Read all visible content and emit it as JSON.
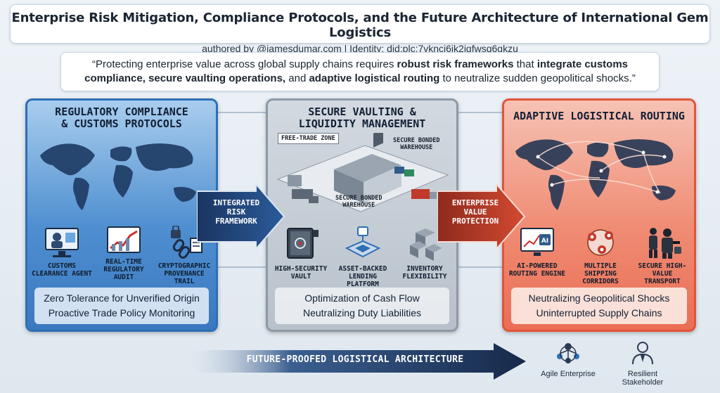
{
  "header": {
    "title": "Enterprise Risk Mitigation, Compliance Protocols, and the Future Architecture of International Gem Logistics",
    "subtitle": "authored by @jamesdumar.com | Identity: did:plc:7vknci6jk2jqfwsq6gkzu"
  },
  "quote": {
    "part1": "“Protecting enterprise value across global supply chains requires ",
    "bold1": "robust risk frameworks",
    "part2": " that ",
    "bold2": "integrate customs",
    "line2a": "compliance, secure vaulting operations,",
    "line2b": " and ",
    "bold3": "adaptive logistical routing",
    "line2c": " to neutralize sudden geopolitical shocks.”"
  },
  "panels": {
    "compliance": {
      "title_line1": "REGULATORY COMPLIANCE",
      "title_line2": "& CUSTOMS PROTOCOLS",
      "icons": [
        {
          "label_line1": "CUSTOMS",
          "label_line2": "CLEARANCE AGENT",
          "icon": "customs-agent-icon"
        },
        {
          "label_line1": "REAL-TIME",
          "label_line2": "REGULATORY",
          "label_line3": "AUDIT",
          "icon": "audit-chart-icon"
        },
        {
          "label_line1": "CRYPTOGRAPHIC",
          "label_line2": "PROVENANCE TRAIL",
          "icon": "chain-lock-icon"
        }
      ],
      "foot_line1": "Zero Tolerance for Unverified Origin",
      "foot_line2": "Proactive Trade Policy Monitoring"
    },
    "vaulting": {
      "title_line1": "SECURE VAULTING &",
      "title_line2": "LIQUIDITY MANAGEMENT",
      "tag_free_trade": "FREE-TRADE ZONE",
      "tag_bonded_top_1": "SECURE BONDED",
      "tag_bonded_top_2": "WAREHOUSE",
      "tag_bonded_bottom_1": "SECURE BONDED",
      "tag_bonded_bottom_2": "WAREHOUSE",
      "icons": [
        {
          "label_line1": "HIGH-SECURITY",
          "label_line2": "VAULT",
          "icon": "vault-icon"
        },
        {
          "label_line1": "ASSET-BACKED",
          "label_line2": "LENDING PLATFORM",
          "icon": "lending-platform-icon"
        },
        {
          "label_line1": "INVENTORY",
          "label_line2": "FLEXIBILITY",
          "icon": "inventory-boxes-icon"
        }
      ],
      "foot_line1": "Optimization of Cash Flow",
      "foot_line2": "Neutralizing Duty Liabilities"
    },
    "routing": {
      "title_line1": "ADAPTIVE LOGISTICAL ROUTING",
      "icons": [
        {
          "label_line1": "AI-POWERED",
          "label_line2": "ROUTING ENGINE",
          "icon": "ai-routing-icon"
        },
        {
          "label_line1": "MULTIPLE SHIPPING",
          "label_line2": "CORRIDORS",
          "icon": "corridors-icon"
        },
        {
          "label_line1": "SECURE HIGH-VALUE",
          "label_line2": "TRANSPORT",
          "icon": "security-guards-icon"
        }
      ],
      "foot_line1": "Neutralizing Geopolitical Shocks",
      "foot_line2": "Uninterrupted Supply Chains"
    }
  },
  "arrows": {
    "integrated_1": "INTEGRATED",
    "integrated_2": "RISK",
    "integrated_3": "FRAMEWORK",
    "enterprise_1": "ENTERPRISE",
    "enterprise_2": "VALUE",
    "enterprise_3": "PROTECTION",
    "bottom": "FUTURE-PROOFED LOGISTICAL ARCHITECTURE"
  },
  "stakeholders": {
    "agile": "Agile Enterprise",
    "resilient": "Resilient Stakeholder"
  },
  "colors": {
    "compliance_blue": "#3a78c0",
    "vault_gray": "#b8c1cb",
    "routing_red": "#ea6e55",
    "arrow_navy": "#1f3c6b",
    "arrow_red": "#c8402a"
  }
}
